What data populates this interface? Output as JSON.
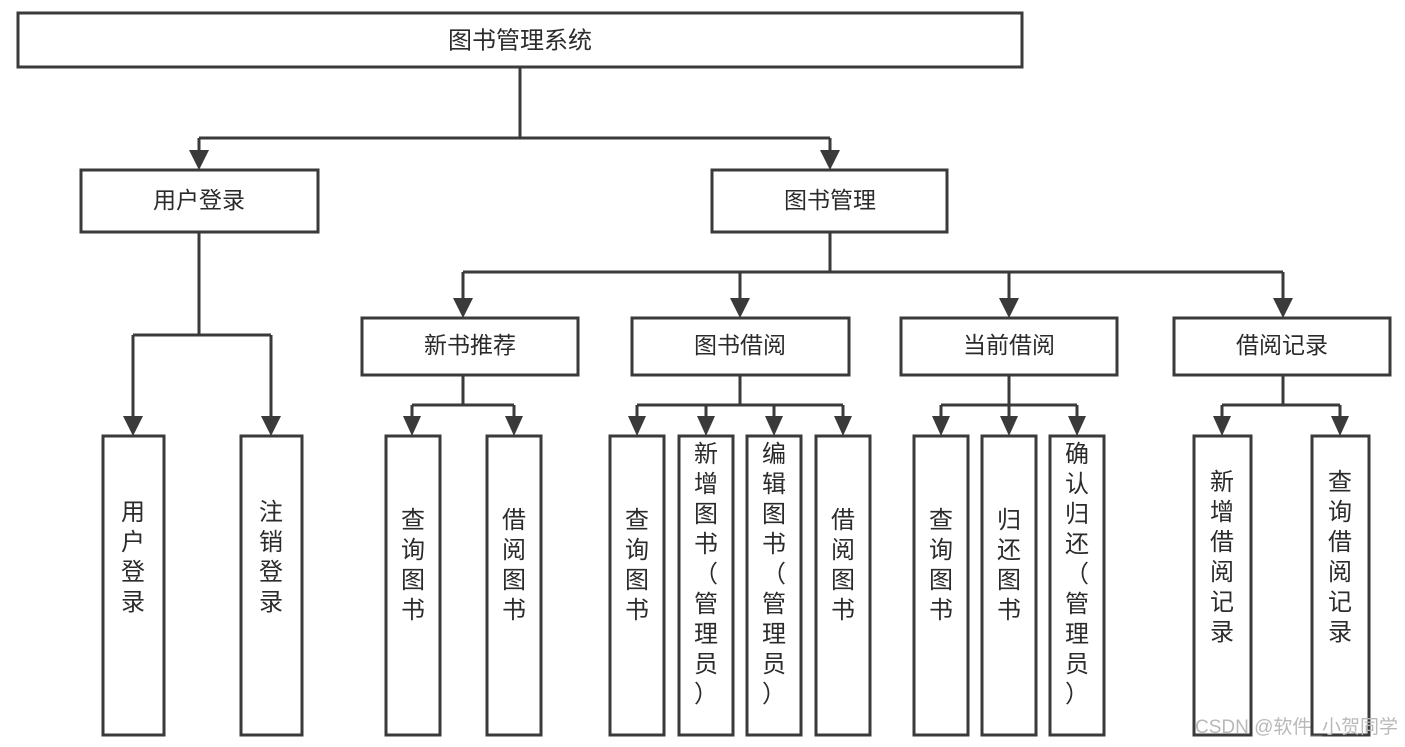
{
  "diagram": {
    "title": "图书管理系统",
    "type": "tree-hierarchy-chart",
    "root": {
      "label": "图书管理系统"
    },
    "level2": [
      {
        "label": "用户登录"
      },
      {
        "label": "图书管理"
      }
    ],
    "level3": [
      {
        "label": "新书推荐"
      },
      {
        "label": "图书借阅"
      },
      {
        "label": "当前借阅"
      },
      {
        "label": "借阅记录"
      }
    ],
    "leaves": {
      "user_login": [
        {
          "label": "用户登录"
        },
        {
          "label": "注销登录"
        }
      ],
      "new_book_recommend": [
        {
          "label": "查询图书"
        },
        {
          "label": "借阅图书"
        }
      ],
      "book_borrow": [
        {
          "label": "查询图书"
        },
        {
          "label": "新增图书（管理员）"
        },
        {
          "label": "编辑图书（管理员）"
        },
        {
          "label": "借阅图书"
        }
      ],
      "current_borrow": [
        {
          "label": "查询图书"
        },
        {
          "label": "归还图书"
        },
        {
          "label": "确认归还（管理员）"
        }
      ],
      "borrow_record": [
        {
          "label": "新增借阅记录"
        },
        {
          "label": "查询借阅记录"
        }
      ]
    }
  },
  "watermark": {
    "text": "CSDN @软件_小贺同学"
  },
  "colors": {
    "stroke": "#3a3a3a",
    "box_fill": "#ffffff",
    "text": "#2b2b2b",
    "watermark": "#b9b9b9",
    "background": "#ffffff"
  }
}
